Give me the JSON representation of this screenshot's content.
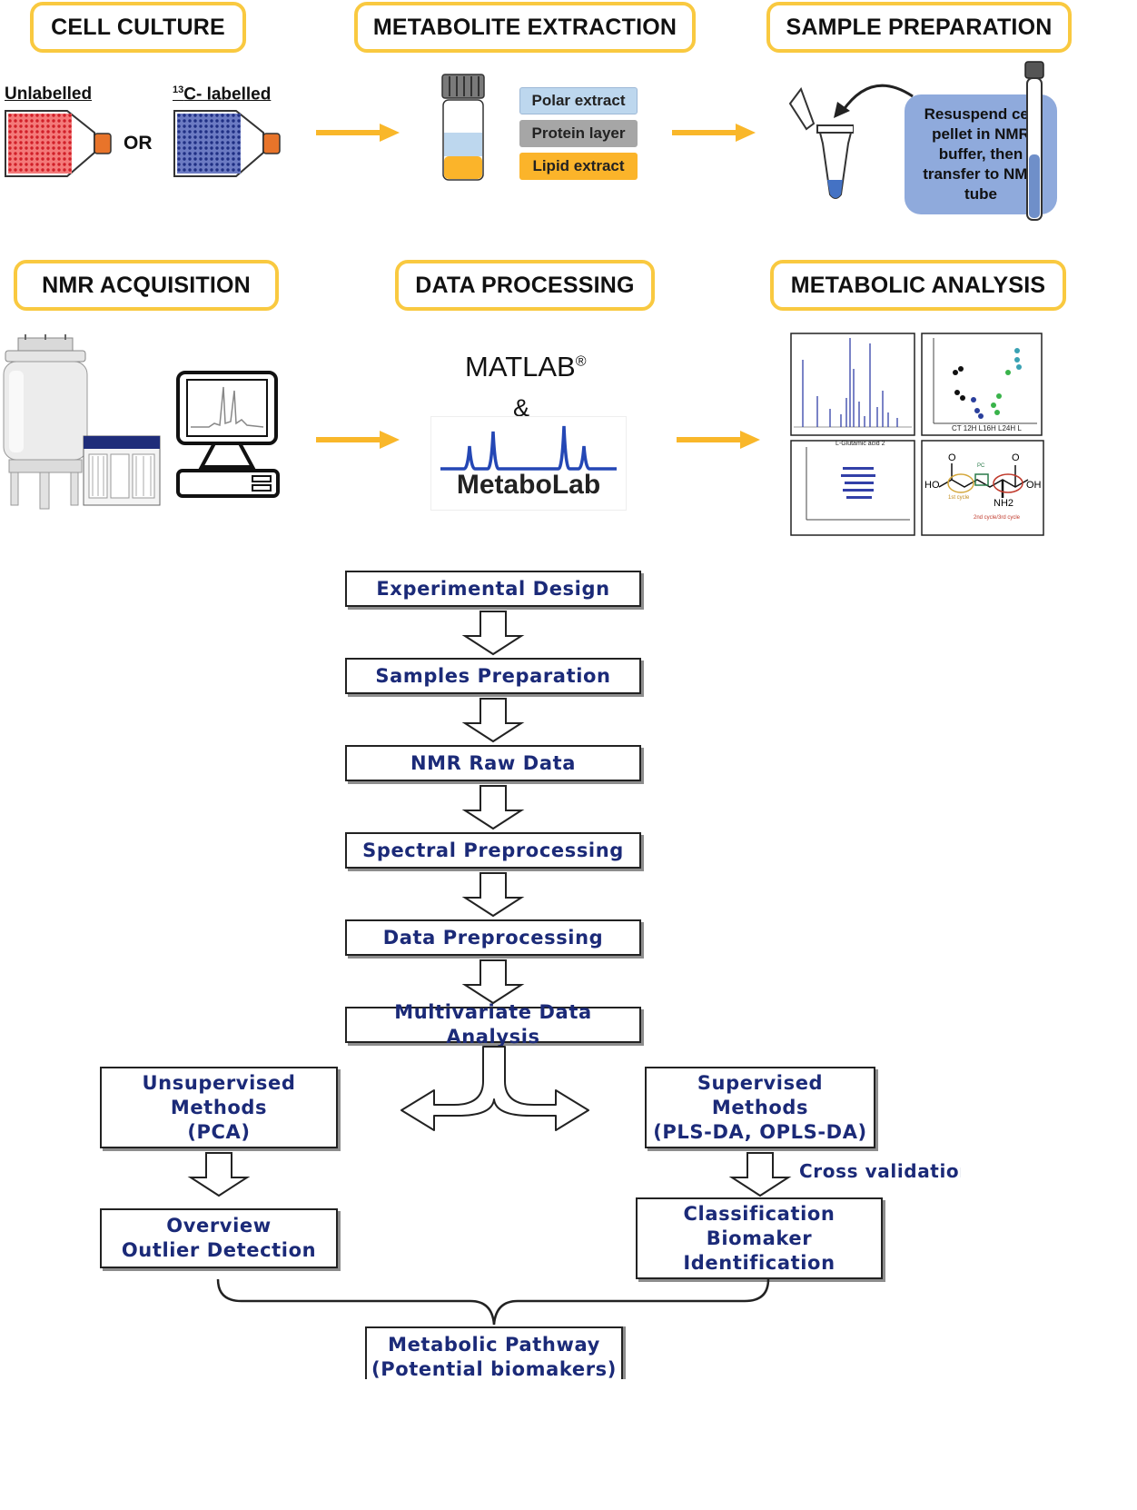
{
  "stages": {
    "cell_culture": "CELL CULTURE",
    "metabolite_extraction": "METABOLITE EXTRACTION",
    "sample_preparation": "SAMPLE PREPARATION",
    "nmr_acquisition": "NMR ACQUISITION",
    "data_processing": "DATA PROCESSING",
    "metabolic_analysis": "METABOLIC ANALYSIS"
  },
  "cell_culture": {
    "unlabelled": "Unlabelled",
    "labelled_sup": "13",
    "labelled": "C- labelled",
    "or": "OR"
  },
  "extraction_layers": {
    "polar": "Polar extract",
    "protein": "Protein layer",
    "lipid": "Lipid extract"
  },
  "sample_prep_note": "Resuspend cell\npellet in NMR\nbuffer, then\ntransfer to NMR\ntube",
  "data_processing": {
    "matlab": "MATLAB",
    "registered": "®",
    "ampersand": "&",
    "metabolab": "MetaboLab"
  },
  "analysis_panels": {
    "scatter_axis": "CT  12H L16H L24H L",
    "hsqc_title": "L-Glutamic acid 2",
    "structure_ho": "HO",
    "structure_oh": "OH",
    "structure_nh2": "NH2",
    "structure_o": "O",
    "cycle1": "1st cycle",
    "cycle23": "2nd cycle/3rd cycle",
    "pc": "PC"
  },
  "workflow": {
    "step1": "Experimental Design",
    "step2": "Samples Preparation",
    "step3": "NMR Raw Data",
    "step4": "Spectral Preprocessing",
    "step5": "Data Preprocessing",
    "step6": "Multivariate Data Analysis",
    "unsupervised": "Unsupervised\nMethods\n(PCA)",
    "supervised": "Supervised\nMethods\n(PLS-DA, OPLS-DA)",
    "overview": "Overview\nOutlier Detection",
    "classification": "Classification\nBiomaker\nIdentification",
    "cross_validation": "Cross validation",
    "pathway": "Metabolic Pathway\n(Potential biomakers)"
  },
  "colors": {
    "stage_border": "#F9C940",
    "arrow": "#F9B72A",
    "flow_text": "#1b2a78",
    "polar": "#BDD7EE",
    "protein": "#A6A6A6",
    "lipid": "#FBB42A",
    "bubble": "#8FAADC",
    "unlabelled": "#E84C4C",
    "labelled": "#3B4FA8",
    "cap": "#E8742A"
  }
}
